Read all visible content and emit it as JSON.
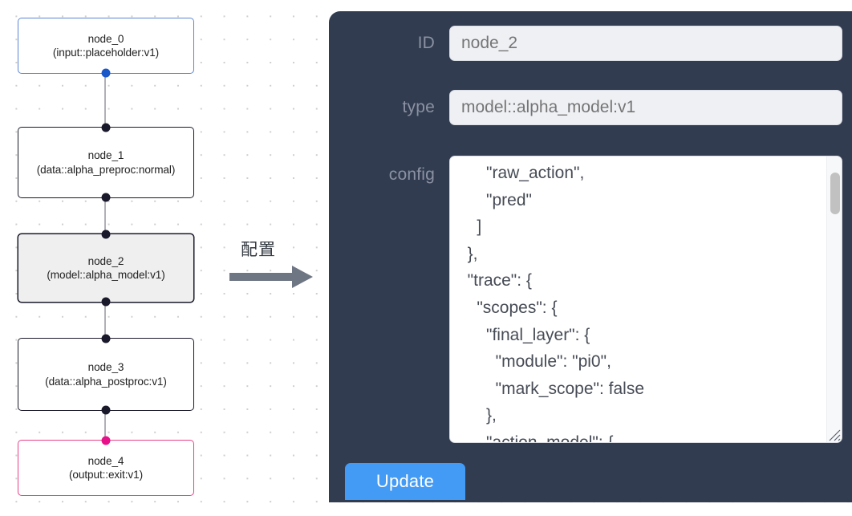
{
  "graph": {
    "nodes": [
      {
        "id": "node_0",
        "label_line1": "node_0",
        "label_line2": "(input::placeholder:v1)",
        "variant": "input"
      },
      {
        "id": "node_1",
        "label_line1": "node_1",
        "label_line2": "(data::alpha_preproc:normal)",
        "variant": "default"
      },
      {
        "id": "node_2",
        "label_line1": "node_2",
        "label_line2": "(model::alpha_model:v1)",
        "variant": "selected"
      },
      {
        "id": "node_3",
        "label_line1": "node_3",
        "label_line2": "(data::alpha_postproc:v1)",
        "variant": "default"
      },
      {
        "id": "node_4",
        "label_line1": "node_4",
        "label_line2": "(output::exit:v1)",
        "variant": "output"
      }
    ],
    "colors": {
      "input_border": "#5b86d6",
      "output_border": "#e7408a",
      "default_border": "#1a192b",
      "selected_fill": "#efefef",
      "edge": "#b1b1b7",
      "handle": "#1a192b",
      "handle_input": "#1a57c8",
      "handle_output": "#e7128a"
    }
  },
  "arrow": {
    "label": "配置",
    "color": "#6e7684"
  },
  "panel": {
    "background": "#323c50",
    "fields": {
      "id": {
        "label": "ID",
        "value": "node_2",
        "placeholder": "node_2"
      },
      "type": {
        "label": "type",
        "value": "model::alpha_model:v1",
        "placeholder": "model::alpha_model:v1"
      },
      "config": {
        "label": "config",
        "value": "      \"raw_action\",\n      \"pred\"\n    ]\n  },\n  \"trace\": {\n    \"scopes\": {\n      \"final_layer\": {\n        \"module\": \"pi0\",\n        \"mark_scope\": false\n      },\n      \"action_model\": {"
      }
    },
    "update_button": {
      "label": "Update",
      "color": "#449bf5"
    }
  }
}
